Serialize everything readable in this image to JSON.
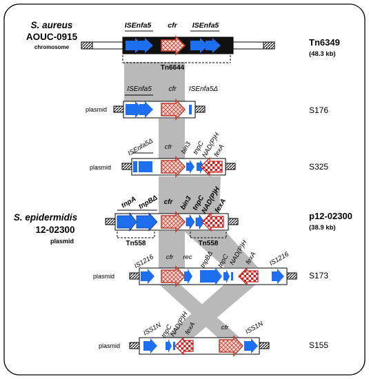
{
  "rows": [
    {
      "organism": "S. aureus",
      "strain": "AOUC-0915",
      "replicon": "chromosome",
      "right_label": "Tn6349",
      "right_sub": "(48.3 kb)",
      "gene_labels": [
        "ISEnfa5",
        "cfr",
        "ISEnfa5"
      ],
      "element_label": "Tn6644"
    },
    {
      "replicon": "plasmid",
      "right_label": "S176",
      "gene_labels": [
        "ISEnfa5",
        "cfr",
        "ISEnfa5Δ"
      ]
    },
    {
      "replicon": "plasmid",
      "right_label": "S325",
      "gene_labels": [
        "ISEnfa5Δ",
        "cfr",
        "bin3",
        "tnpC",
        "NAD(P)H",
        "fexA"
      ]
    },
    {
      "organism": "S. epidermidis",
      "strain": "12-02300",
      "replicon": "plasmid",
      "right_label": "p12-02300",
      "right_sub": "(38.9 kb)",
      "gene_labels": [
        "tnpA",
        "tnpBΔ",
        "cfr",
        "bin3",
        "tnpC",
        "NAD(P)H",
        "fexA"
      ],
      "element_labels": [
        "Tn558",
        "Tn558"
      ]
    },
    {
      "replicon": "plasmid",
      "right_label": "S173",
      "gene_labels": [
        "IS1216",
        "cfr",
        "rec",
        "tnpBΔ",
        "tnpC",
        "NAD(P)H",
        "fexA",
        "IS1216"
      ]
    },
    {
      "replicon": "plasmid",
      "right_label": "S155",
      "gene_labels": [
        "ISS1N",
        "tnpC",
        "NAD(P)H",
        "fexA",
        "cfr",
        "ISS1N"
      ]
    }
  ],
  "colors": {
    "is_element": "#1e6ef0",
    "cfr_fill": "#f3c8c0",
    "cfr_stroke": "#c0392b",
    "fexA": "#cc2222",
    "homology": "#b9b9b9",
    "backbone_dark": "#111111"
  }
}
